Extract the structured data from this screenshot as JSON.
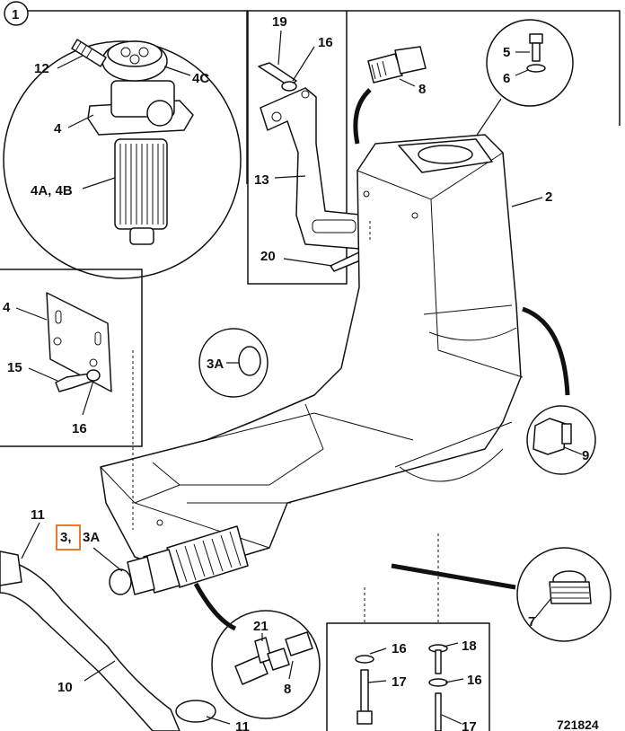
{
  "drawing": {
    "figure_number": "721824",
    "detail_circle_1": "1",
    "labels": {
      "p12": "12",
      "p4c": "4C",
      "p4": "4",
      "p4a4b": "4A, 4B",
      "p19": "19",
      "p16_top": "16",
      "p13": "13",
      "p20": "20",
      "p8_top": "8",
      "p5": "5",
      "p6": "6",
      "p2": "2",
      "p4_left": "4",
      "p15": "15",
      "p16_left": "16",
      "p3a_circle": "3A",
      "p9": "9",
      "p11_top": "11",
      "p3_highlight": "3,",
      "p3a": "3A",
      "p21": "21",
      "p8_bottom": "8",
      "p7": "7",
      "p10": "10",
      "p11_bottom": "11",
      "p16_b1": "16",
      "p17_b1": "17",
      "p18": "18",
      "p16_b2": "16",
      "p17_b2": "17"
    }
  }
}
